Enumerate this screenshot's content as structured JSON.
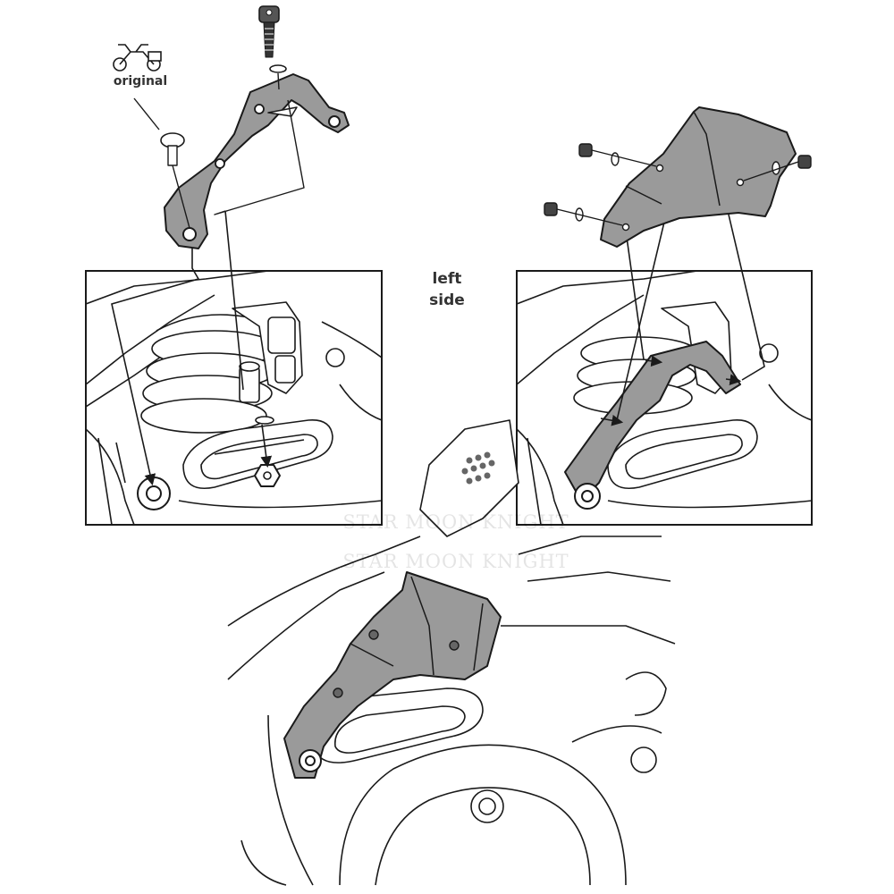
{
  "labels": {
    "original": "original",
    "side_line1": "left",
    "side_line2": "side"
  },
  "watermark": {
    "line1": "STAR MOON KNIGHT",
    "line2": "STAR MOON KNIGHT"
  },
  "colors": {
    "plate_fill": "#9a9a9a",
    "outline": "#1a1a1a",
    "background": "#ffffff",
    "label_text": "#333333"
  },
  "icons": [
    "motorcycle-icon"
  ]
}
